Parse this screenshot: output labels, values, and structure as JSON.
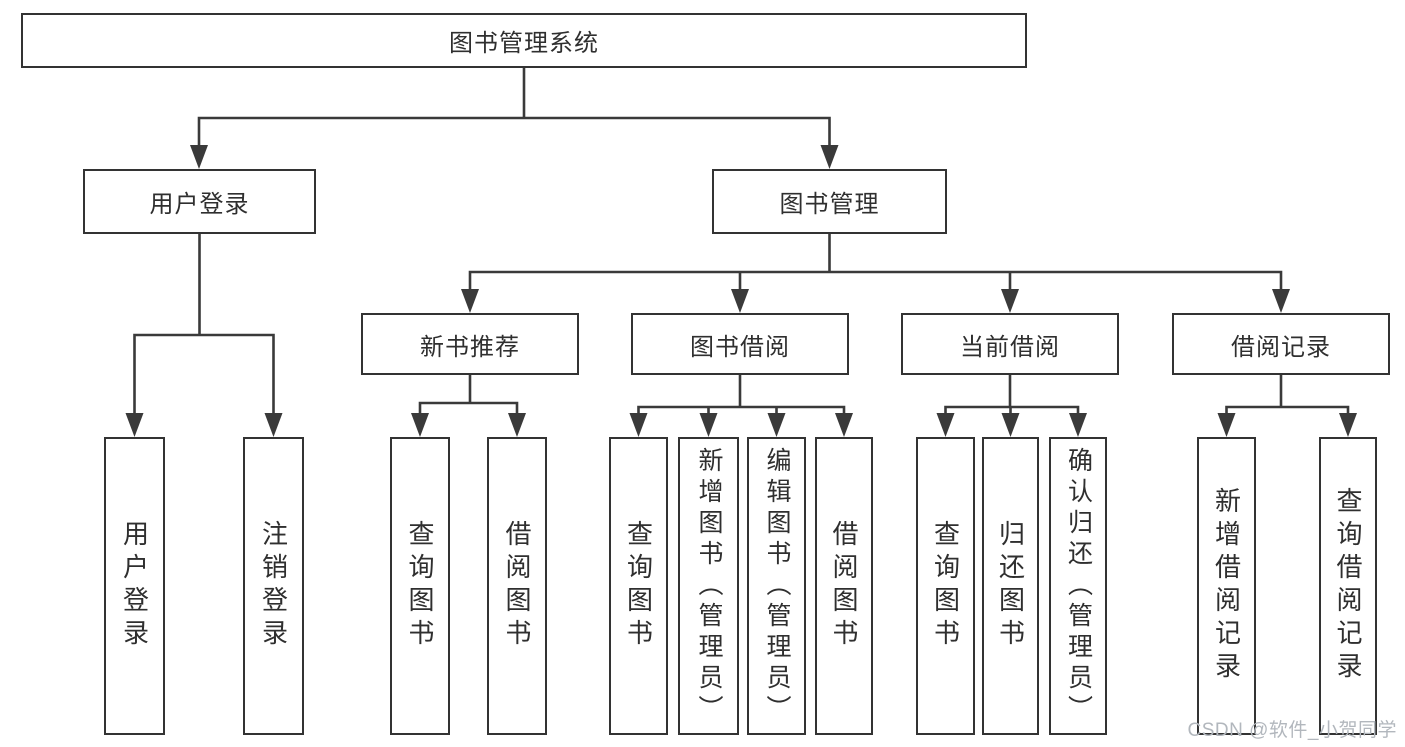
{
  "diagram": {
    "root": {
      "label": "图书管理系统"
    },
    "level2": [
      {
        "label": "用户登录"
      },
      {
        "label": "图书管理"
      }
    ],
    "level3": [
      {
        "label": "新书推荐",
        "parent": "图书管理"
      },
      {
        "label": "图书借阅",
        "parent": "图书管理"
      },
      {
        "label": "当前借阅",
        "parent": "图书管理"
      },
      {
        "label": "借阅记录",
        "parent": "图书管理"
      }
    ],
    "leaves": [
      {
        "label": "用户登录",
        "parent": "用户登录"
      },
      {
        "label": "注销登录",
        "parent": "用户登录"
      },
      {
        "label": "查询图书",
        "parent": "新书推荐"
      },
      {
        "label": "借阅图书",
        "parent": "新书推荐"
      },
      {
        "label": "查询图书",
        "parent": "图书借阅"
      },
      {
        "label": "新增图书（管理员）",
        "parent": "图书借阅"
      },
      {
        "label": "编辑图书（管理员）",
        "parent": "图书借阅"
      },
      {
        "label": "借阅图书",
        "parent": "图书借阅"
      },
      {
        "label": "查询图书",
        "parent": "当前借阅"
      },
      {
        "label": "归还图书",
        "parent": "当前借阅"
      },
      {
        "label": "确认归还（管理员）",
        "parent": "当前借阅"
      },
      {
        "label": "新增借阅记录",
        "parent": "借阅记录"
      },
      {
        "label": "查询借阅记录",
        "parent": "借阅记录"
      }
    ],
    "colors": {
      "background": "#ffffff",
      "border": "#333333",
      "line": "#3a3a3a",
      "text": "#2f2f2f",
      "watermark": "#b2b7bd"
    }
  },
  "watermark": {
    "text": "CSDN @软件_小贺同学"
  }
}
